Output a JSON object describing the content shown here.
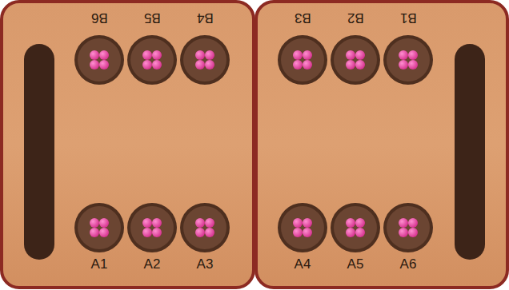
{
  "diagram": {
    "labels": [
      "B6",
      "B5",
      "B4",
      "B3",
      "B2",
      "B1",
      "A1",
      "A2",
      "A3",
      "A4",
      "A5",
      "A6"
    ]
  }
}
